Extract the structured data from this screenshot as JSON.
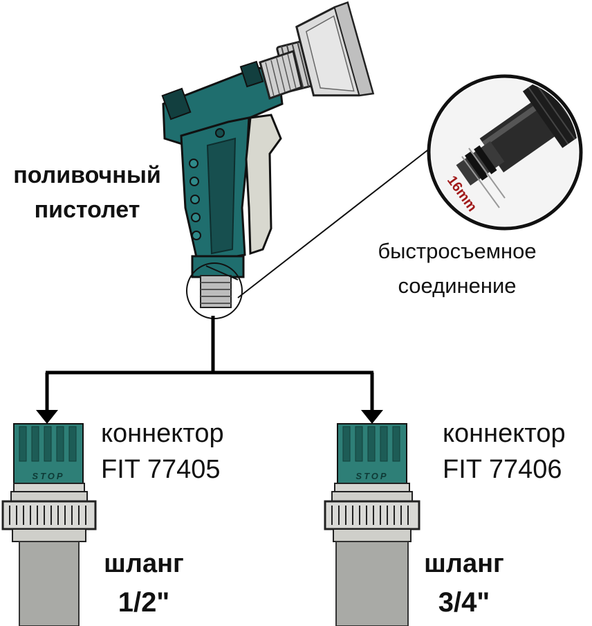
{
  "gun": {
    "line1": "поливочный",
    "line2": "пистолет",
    "body_color": "#1f6e6e",
    "trigger_color": "#d8d8cf",
    "head_color": "#d9d9d9"
  },
  "quick_connect": {
    "line1": "быстросъемное",
    "line2": "соединение",
    "dimension": "16mm",
    "dimension_color": "#a11a1a"
  },
  "connectors": [
    {
      "line1": "коннектор",
      "line2": "FIT 77405",
      "stop_text": "STOP"
    },
    {
      "line1": "коннектор",
      "line2": "FIT 77406",
      "stop_text": "STOP"
    }
  ],
  "hoses": [
    {
      "line1": "шланг",
      "size": "1/2\""
    },
    {
      "line1": "шланг",
      "size": "3/4\""
    }
  ],
  "colors": {
    "connector_green": "#2e7f77",
    "connector_dark": "#1d5c56",
    "hose_gray": "#a9aaa6",
    "line": "#000000"
  }
}
